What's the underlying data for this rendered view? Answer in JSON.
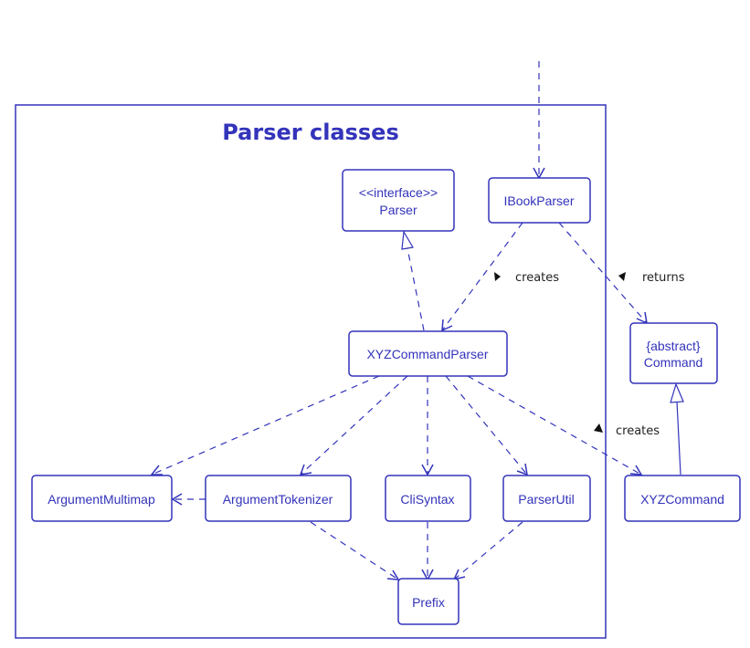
{
  "diagram": {
    "title": "Parser classes",
    "colors": {
      "accent": "#3333bb",
      "label_text": "#222222",
      "background": "#ffffff"
    },
    "nodes": {
      "parser": {
        "stereotype": "<<interface>>",
        "name": "Parser"
      },
      "ibookparser": {
        "name": "IBookParser"
      },
      "command": {
        "stereotype": "{abstract}",
        "name": "Command"
      },
      "xyzcommandparser": {
        "name": "XYZCommandParser"
      },
      "argumentmultimap": {
        "name": "ArgumentMultimap"
      },
      "argumenttokenizer": {
        "name": "ArgumentTokenizer"
      },
      "clisyntax": {
        "name": "CliSyntax"
      },
      "parserutil": {
        "name": "ParserUtil"
      },
      "xyzcommand": {
        "name": "XYZCommand"
      },
      "prefix": {
        "name": "Prefix"
      }
    },
    "edges": [
      {
        "from": "external",
        "to": "IBookParser",
        "type": "dependency",
        "label": ""
      },
      {
        "from": "IBookParser",
        "to": "XYZCommandParser",
        "type": "dependency",
        "label": "creates"
      },
      {
        "from": "IBookParser",
        "to": "Command",
        "type": "dependency",
        "label": "returns"
      },
      {
        "from": "XYZCommandParser",
        "to": "Parser",
        "type": "realization",
        "label": ""
      },
      {
        "from": "XYZCommandParser",
        "to": "ArgumentMultimap",
        "type": "dependency",
        "label": ""
      },
      {
        "from": "XYZCommandParser",
        "to": "ArgumentTokenizer",
        "type": "dependency",
        "label": ""
      },
      {
        "from": "XYZCommandParser",
        "to": "CliSyntax",
        "type": "dependency",
        "label": ""
      },
      {
        "from": "XYZCommandParser",
        "to": "ParserUtil",
        "type": "dependency",
        "label": ""
      },
      {
        "from": "XYZCommandParser",
        "to": "XYZCommand",
        "type": "dependency",
        "label": "creates"
      },
      {
        "from": "ArgumentTokenizer",
        "to": "ArgumentMultimap",
        "type": "dependency",
        "label": ""
      },
      {
        "from": "ArgumentTokenizer",
        "to": "Prefix",
        "type": "dependency",
        "label": ""
      },
      {
        "from": "CliSyntax",
        "to": "Prefix",
        "type": "dependency",
        "label": ""
      },
      {
        "from": "ParserUtil",
        "to": "Prefix",
        "type": "dependency",
        "label": ""
      },
      {
        "from": "XYZCommand",
        "to": "Command",
        "type": "generalization",
        "label": ""
      }
    ],
    "labels": {
      "creates_parser": "creates",
      "returns": "returns",
      "creates_command": "creates"
    }
  }
}
